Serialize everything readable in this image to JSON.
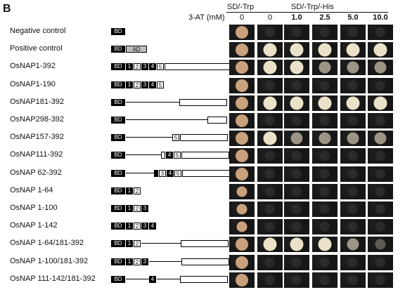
{
  "panel_label": "B",
  "header": {
    "sd_trp": "SD/-Trp",
    "sd_trp_his": "SD/-Trp/-His",
    "three_at": "3-AT (mM)",
    "concentrations": [
      "0",
      "0",
      "1.0",
      "2.5",
      "5.0",
      "10.0"
    ]
  },
  "rows": [
    {
      "label": "Negative control",
      "construct": [
        {
          "kind": "dark",
          "text": "BD"
        }
      ],
      "growth": [
        3,
        0,
        0,
        0,
        0,
        0
      ]
    },
    {
      "label": "Positive control",
      "construct": [
        {
          "kind": "dark",
          "text": "BD"
        },
        {
          "kind": "ad",
          "text": "AD"
        }
      ],
      "growth": [
        3,
        3,
        3,
        3,
        3,
        3
      ]
    },
    {
      "label": "OsNAP1-392",
      "construct": [
        {
          "kind": "dark",
          "text": "BD"
        },
        {
          "kind": "dark",
          "text": "1"
        },
        {
          "kind": "light",
          "text": "2"
        },
        {
          "kind": "dark",
          "text": "3"
        },
        {
          "kind": "dark",
          "text": "4"
        },
        {
          "kind": "light",
          "text": "5"
        },
        {
          "kind": "light",
          "text": ""
        }
      ],
      "growth": [
        3,
        3,
        3,
        2,
        2,
        2
      ]
    },
    {
      "label": "OsNAP1-190",
      "construct": [
        {
          "kind": "dark",
          "text": "BD"
        },
        {
          "kind": "dark",
          "text": "1"
        },
        {
          "kind": "light",
          "text": "2"
        },
        {
          "kind": "dark",
          "text": "3"
        },
        {
          "kind": "dark",
          "text": "4"
        },
        {
          "kind": "light",
          "text": "5"
        }
      ],
      "growth": [
        3,
        0,
        0,
        0,
        0,
        0
      ]
    },
    {
      "label": "OsNAP181-392",
      "construct": [
        {
          "kind": "dark",
          "text": "BD"
        },
        {
          "kind": "line",
          "text": ""
        },
        {
          "kind": "light",
          "text": ""
        }
      ],
      "growth": [
        3,
        3,
        3,
        3,
        3,
        3
      ]
    },
    {
      "label": "OsNAP298-392",
      "construct": [
        {
          "kind": "dark",
          "text": "BD"
        },
        {
          "kind": "line",
          "text": ""
        },
        {
          "kind": "light",
          "text": ""
        }
      ],
      "growth": [
        3,
        0,
        0,
        0,
        0,
        0
      ]
    },
    {
      "label": "OsNAP157-392",
      "construct": [
        {
          "kind": "dark",
          "text": "BD"
        },
        {
          "kind": "line",
          "text": ""
        },
        {
          "kind": "light",
          "text": "5"
        },
        {
          "kind": "light",
          "text": ""
        }
      ],
      "growth": [
        3,
        3,
        2,
        2,
        2,
        2
      ]
    },
    {
      "label": "OsNAP111-392",
      "construct": [
        {
          "kind": "dark",
          "text": "BD"
        },
        {
          "kind": "line",
          "text": ""
        },
        {
          "kind": "light",
          "text": ""
        },
        {
          "kind": "dark",
          "text": "4"
        },
        {
          "kind": "light",
          "text": "5"
        },
        {
          "kind": "light",
          "text": ""
        }
      ],
      "growth": [
        3,
        0,
        0,
        0,
        0,
        0
      ]
    },
    {
      "label": "OsNAP 62-392",
      "construct": [
        {
          "kind": "dark",
          "text": "BD"
        },
        {
          "kind": "line",
          "text": ""
        },
        {
          "kind": "dark",
          "text": ""
        },
        {
          "kind": "light",
          "text": "3"
        },
        {
          "kind": "dark",
          "text": "4"
        },
        {
          "kind": "light",
          "text": "5"
        },
        {
          "kind": "light",
          "text": ""
        }
      ],
      "growth": [
        3,
        0,
        0,
        0,
        0,
        0
      ]
    },
    {
      "label": "OsNAP 1-64",
      "construct": [
        {
          "kind": "dark",
          "text": "BD"
        },
        {
          "kind": "dark",
          "text": "1"
        },
        {
          "kind": "light",
          "text": "2"
        }
      ],
      "growth": [
        2,
        0,
        0,
        0,
        0,
        0
      ]
    },
    {
      "label": "OsNAP 1-100",
      "construct": [
        {
          "kind": "dark",
          "text": "BD"
        },
        {
          "kind": "dark",
          "text": "1"
        },
        {
          "kind": "light",
          "text": "2"
        },
        {
          "kind": "dark",
          "text": "3"
        }
      ],
      "growth": [
        2,
        0,
        0,
        0,
        0,
        0
      ]
    },
    {
      "label": "OsNAP 1-142",
      "construct": [
        {
          "kind": "dark",
          "text": "BD"
        },
        {
          "kind": "dark",
          "text": "1"
        },
        {
          "kind": "light",
          "text": "2"
        },
        {
          "kind": "dark",
          "text": "3"
        },
        {
          "kind": "dark",
          "text": "4"
        }
      ],
      "growth": [
        2,
        0,
        0,
        0,
        0,
        0
      ]
    },
    {
      "label": "OsNAP 1-64/181-392",
      "construct": [
        {
          "kind": "dark",
          "text": "BD"
        },
        {
          "kind": "dark",
          "text": "1"
        },
        {
          "kind": "light",
          "text": "2"
        },
        {
          "kind": "line",
          "text": ""
        },
        {
          "kind": "light",
          "text": ""
        }
      ],
      "growth": [
        3,
        3,
        3,
        3,
        2,
        1
      ]
    },
    {
      "label": "OsNAP 1-100/181-392",
      "construct": [
        {
          "kind": "dark",
          "text": "BD"
        },
        {
          "kind": "dark",
          "text": "1"
        },
        {
          "kind": "light",
          "text": "2"
        },
        {
          "kind": "dark",
          "text": "3"
        },
        {
          "kind": "line",
          "text": ""
        },
        {
          "kind": "light",
          "text": ""
        }
      ],
      "growth": [
        3,
        0,
        0,
        0,
        0,
        0
      ]
    },
    {
      "label": "OsNAP 111-142/181-392",
      "construct": [
        {
          "kind": "dark",
          "text": "BD"
        },
        {
          "kind": "line",
          "text": ""
        },
        {
          "kind": "dark",
          "text": "4"
        },
        {
          "kind": "line",
          "text": ""
        },
        {
          "kind": "light",
          "text": ""
        }
      ],
      "growth": [
        3,
        0,
        0,
        0,
        0,
        0
      ]
    }
  ],
  "colors": {
    "cell_bg": "#161616",
    "spot_trp": "#c8a07a",
    "spot_growth": "#e9e2c8",
    "spot_weak": "#9a9383",
    "spot_none": "#262626"
  }
}
